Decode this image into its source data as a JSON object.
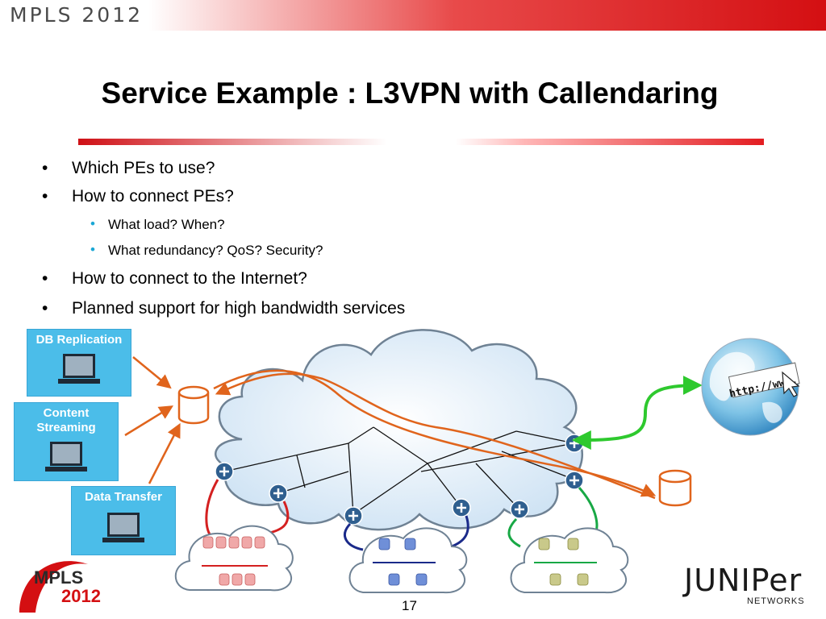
{
  "header": {
    "banner_text": "MPLS 2012"
  },
  "slide": {
    "title": "Service Example : L3VPN with Callendaring",
    "bullets": [
      "Which PEs to use?",
      "How to connect PEs?",
      "How to connect to the Internet?",
      "Planned support for high bandwidth services"
    ],
    "sub_bullets": [
      "What load? When?",
      "What redundancy? QoS? Security?"
    ],
    "bullet_glyph": "•"
  },
  "services": [
    "DB Replication",
    "Content Streaming",
    "Data Transfer"
  ],
  "internet_label": "http://www.",
  "footer": {
    "page_number": "17",
    "mpls_logo_line1": "MPLS",
    "mpls_logo_line2": "2012",
    "juniper_logo": "JUNIPer",
    "juniper_sub": "NETWORKS"
  },
  "colors": {
    "accent_red": "#d40f12",
    "service_box": "#4bbde9",
    "arrow_orange": "#e0641c",
    "link_red": "#d42020",
    "link_blue": "#1a2a8a",
    "link_green": "#18a845",
    "internet_green": "#2ec92e"
  }
}
